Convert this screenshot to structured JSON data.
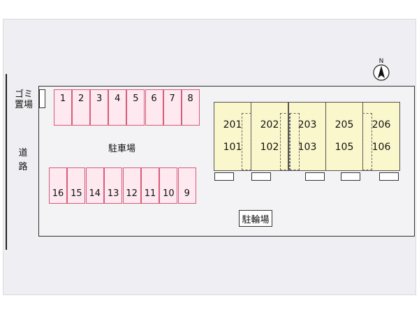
{
  "road_label": "道路",
  "garbage_label": "ゴミ置場",
  "parking_label": "駐車場",
  "bicycle_label": "駐輪場",
  "north_label": "N",
  "parking_top": [
    "1",
    "2",
    "3",
    "4",
    "5",
    "6",
    "7",
    "8"
  ],
  "parking_bottom": [
    "16",
    "15",
    "14",
    "13",
    "12",
    "11",
    "10",
    "9"
  ],
  "units": [
    {
      "upper": "201",
      "lower": "101"
    },
    {
      "upper": "202",
      "lower": "102"
    },
    {
      "upper": "203",
      "lower": "103"
    },
    {
      "upper": "205",
      "lower": "105"
    },
    {
      "upper": "206",
      "lower": "106"
    }
  ],
  "colors": {
    "parking_border": "#d85b7b",
    "parking_fill": "#fde9ef",
    "unit_fill": "#fbf7cc",
    "background": "#efeff3"
  }
}
